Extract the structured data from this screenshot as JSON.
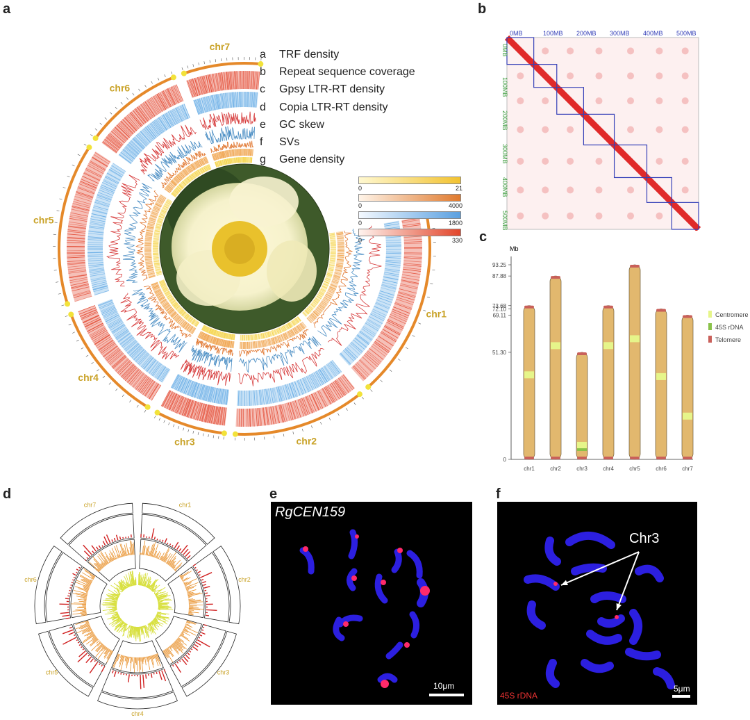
{
  "panels": {
    "a": "a",
    "b": "b",
    "c": "c",
    "d": "d",
    "e": "e",
    "f": "f"
  },
  "panel_a": {
    "tracks": [
      {
        "key": "a",
        "label": "TRF density"
      },
      {
        "key": "b",
        "label": "Repeat sequence coverage"
      },
      {
        "key": "c",
        "label": "Gpsy LTR-RT density"
      },
      {
        "key": "d",
        "label": "Copia LTR-RT density"
      },
      {
        "key": "e",
        "label": "GC skew"
      },
      {
        "key": "f",
        "label": "SVs"
      },
      {
        "key": "g",
        "label": "Gene density"
      }
    ],
    "scales": [
      {
        "min": "0",
        "max": "21",
        "color_from": "#fff8d0",
        "color_to": "#f2c230"
      },
      {
        "min": "0",
        "max": "4000",
        "color_from": "#fff4e8",
        "color_to": "#e07a2e"
      },
      {
        "min": "0",
        "max": "1800",
        "color_from": "#f4f9ff",
        "color_to": "#5aa0e0"
      },
      {
        "min": "0",
        "max": "330",
        "color_from": "#fff3ee",
        "color_to": "#e2452a"
      }
    ],
    "chromosomes": [
      "chr1",
      "chr2",
      "chr3",
      "chr4",
      "chr5",
      "chr6",
      "chr7"
    ],
    "colors": {
      "trf": "#e34a33",
      "repeat": "#6aaee6",
      "gypsy": "#d63a3a",
      "copia": "#4b8ec4",
      "gc": "#e0752d",
      "sv": "#f0a24a",
      "gene": "#f5d44a",
      "ideogram": "#e5892a",
      "chr_label": "#c9a227"
    }
  },
  "panel_b": {
    "x_ticks": [
      "0MB",
      "100MB",
      "200MB",
      "300MB",
      "400MB",
      "500MB"
    ],
    "y_ticks": [
      "0MB",
      "100MB",
      "200MB",
      "300MB",
      "400MB",
      "500MB"
    ]
  },
  "panel_c": {
    "unit": "Mb",
    "y_ticks": [
      "93.25",
      "87.88",
      "73.68",
      "72.10",
      "69.11",
      "51.30",
      "0"
    ],
    "chromosomes": [
      "chr1",
      "chr2",
      "chr3",
      "chr4",
      "chr5",
      "chr6",
      "chr7"
    ],
    "legend": [
      "Centromere",
      "45S rDNA",
      "Telomere"
    ],
    "colors": {
      "body": "#e2b86e",
      "centromere": "#e6f58a",
      "rdna": "#8ac24a",
      "telomere": "#c9605a"
    }
  },
  "panel_d": {
    "chromosomes": [
      "chr1",
      "chr2",
      "chr3",
      "chr4",
      "chr5",
      "chr6",
      "chr7"
    ]
  },
  "panel_e": {
    "title": "RgCEN159",
    "scale": "10μm"
  },
  "panel_f": {
    "annotation": "Chr3",
    "probe": "45S rDNA",
    "scale": "5μm"
  }
}
